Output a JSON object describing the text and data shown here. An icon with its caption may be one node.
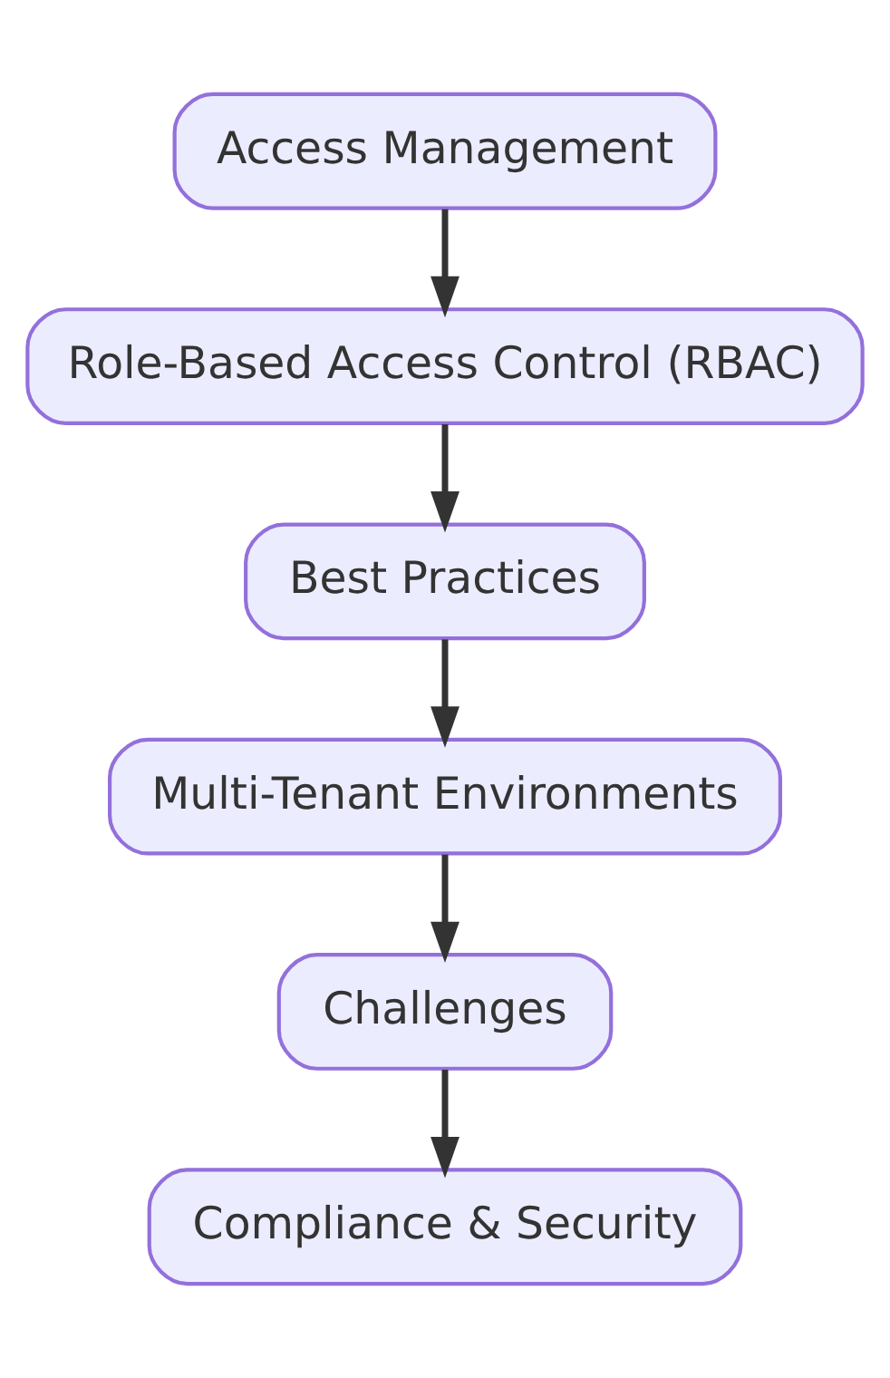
{
  "diagram": {
    "nodes": [
      {
        "text": [
          "Access Management"
        ]
      },
      {
        "text": [
          "Role-Based Access Control (RBAC)"
        ]
      },
      {
        "text": [
          "Best Practices"
        ]
      },
      {
        "text": [
          "Multi-Tenant Environments"
        ]
      },
      {
        "text": [
          "Challenges"
        ]
      },
      {
        "text": [
          "Compliance & Security"
        ]
      }
    ],
    "edges": [
      {
        "from": 0,
        "to": 1,
        "arrow": "to"
      },
      {
        "from": 1,
        "to": 2,
        "arrow": "to"
      },
      {
        "from": 2,
        "to": 3,
        "arrow": "to"
      },
      {
        "from": 3,
        "to": 4,
        "arrow": "to"
      },
      {
        "from": 4,
        "to": 5,
        "arrow": "to"
      }
    ]
  }
}
